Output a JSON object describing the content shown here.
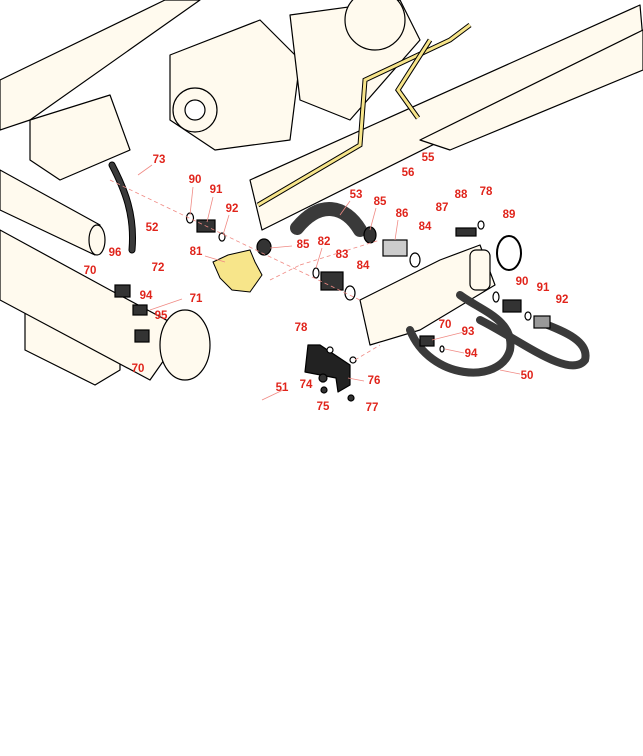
{
  "title": "Hydraulic pump and hose assembly exploded parts diagram",
  "colors": {
    "callout": "#e0241b",
    "part_fill": "#fffaee",
    "brass": "#f7e58a",
    "hose": "#3a3a3a",
    "leader": "#f08a84"
  },
  "callouts": [
    "73",
    "90",
    "91",
    "92",
    "53",
    "85",
    "86",
    "88",
    "78",
    "87",
    "89",
    "84",
    "52",
    "82",
    "81",
    "85",
    "96",
    "83",
    "72",
    "84",
    "70",
    "90",
    "94",
    "71",
    "91",
    "92",
    "95",
    "78",
    "70",
    "93",
    "94",
    "70",
    "76",
    "74",
    "51",
    "50",
    "75",
    "77",
    "55",
    "56"
  ]
}
